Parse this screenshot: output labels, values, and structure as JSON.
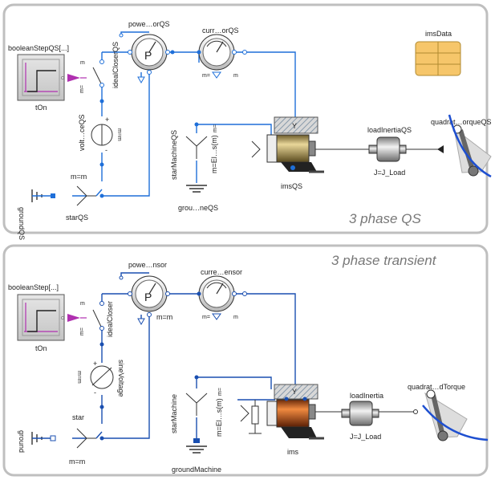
{
  "top": {
    "title": "3 phase QS",
    "step_label": "booleanStepQS[...]",
    "step_param": "tOn",
    "switch_label": "idealCloserQS",
    "power_label": "powe…orQS",
    "power_glyph": "P",
    "current_label": "curr…orQS",
    "voltage_label": "volt…ceQS",
    "ground_label": "groundQS",
    "star_label": "starQS",
    "star_param": "m=m",
    "star_machine_label": "starMachineQS",
    "ground_machine_label": "grou…neQS",
    "machine_label": "imsQS",
    "machine_param": "m=El…s(m)",
    "inertia_label": "loadInertiaQS",
    "inertia_param": "J=J_Load",
    "torque_label": "quadrat…orqueQS",
    "data_label": "imsData",
    "m_eq": "m=",
    "m_short": "m",
    "m_eq_m": "m=m"
  },
  "bottom": {
    "title": "3 phase transient",
    "step_label": "booleanStep[...]",
    "step_param": "tOn",
    "switch_label": "idealCloser",
    "power_label": "powe…nsor",
    "power_glyph": "P",
    "power_param": "m=m",
    "current_label": "curre…ensor",
    "voltage_label": "sineVoltage",
    "ground_label": "ground",
    "star_label": "star",
    "star_param": "m=m",
    "star_machine_label": "starMachine",
    "ground_machine_label": "groundMachine",
    "machine_label": "ims",
    "machine_param": "m=El…s(m)",
    "inertia_label": "loadInertia",
    "inertia_param": "J=J_Load",
    "torque_label": "quadrat…dTorque",
    "m_eq": "m=",
    "m_short": "m",
    "m_eq_m": "m=m"
  }
}
